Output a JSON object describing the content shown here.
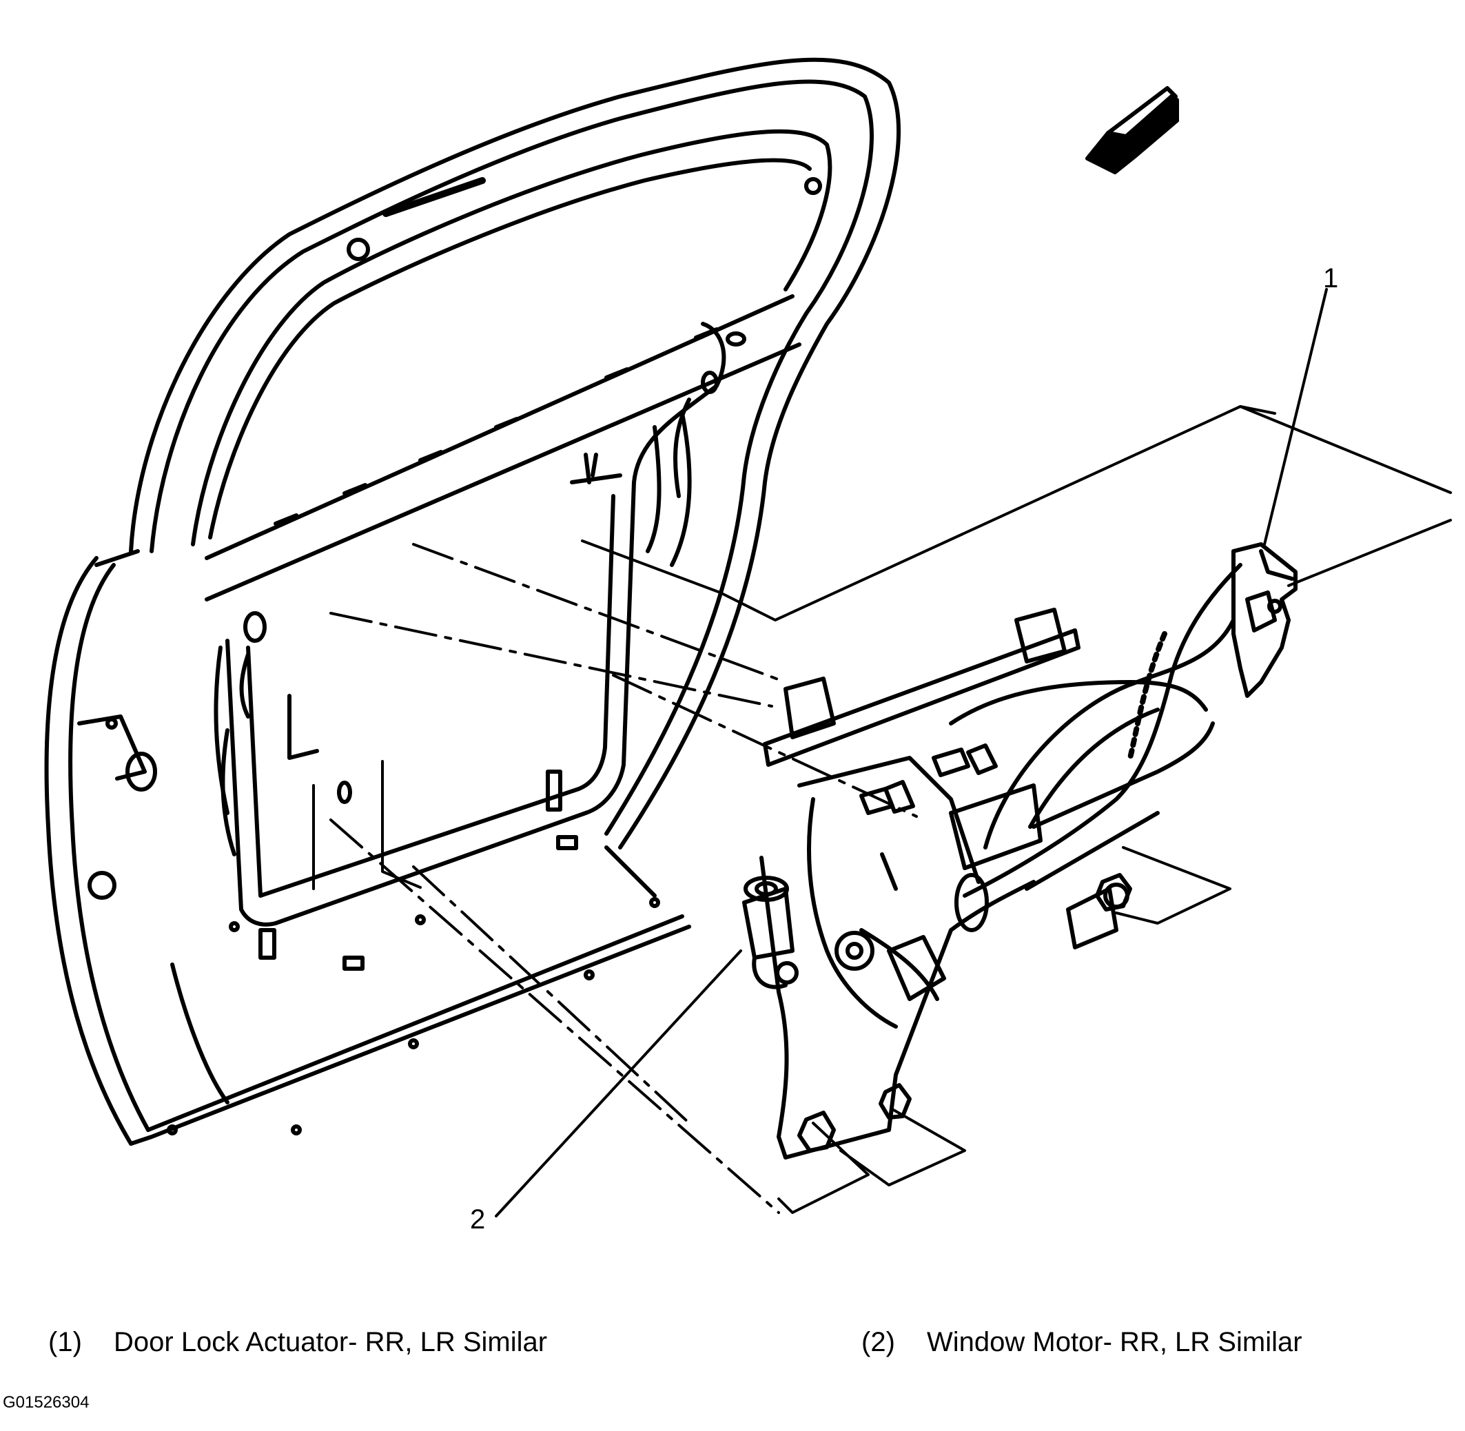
{
  "callouts": {
    "c1": "1",
    "c2": "2"
  },
  "legend": [
    {
      "num": "(1)",
      "text": "Door Lock Actuator- RR, LR Similar"
    },
    {
      "num": "(2)",
      "text": "Window Motor- RR, LR Similar"
    }
  ],
  "figure_id": "G01526304",
  "colors": {
    "line": "#000000",
    "background": "#ffffff"
  },
  "icons": {
    "direction": "forward-arrow-icon"
  }
}
